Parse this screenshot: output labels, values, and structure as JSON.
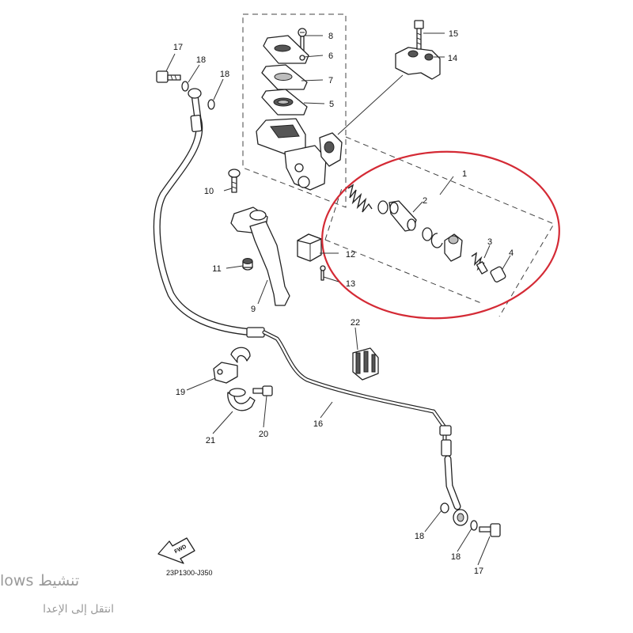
{
  "callouts": {
    "c1": "1",
    "c2": "2",
    "c3": "3",
    "c4": "4",
    "c5": "5",
    "c6": "6",
    "c7": "7",
    "c8": "8",
    "c9": "9",
    "c10": "10",
    "c11": "11",
    "c12": "12",
    "c13": "13",
    "c14": "14",
    "c15": "15",
    "c16": "16",
    "c17a": "17",
    "c17b": "17",
    "c18a": "18",
    "c18b": "18",
    "c18c": "18",
    "c18d": "18",
    "c19": "19",
    "c20": "20",
    "c21": "21",
    "c22": "22"
  },
  "fwd_label": "FWD",
  "part_code": "23P1300-J350",
  "watermark": {
    "line1": "lows تنشيط",
    "line2": "انتقل إلى الإعدا"
  },
  "colors": {
    "highlight": "#d42a35",
    "line": "#222222",
    "watermark": "#9a9a9a"
  }
}
